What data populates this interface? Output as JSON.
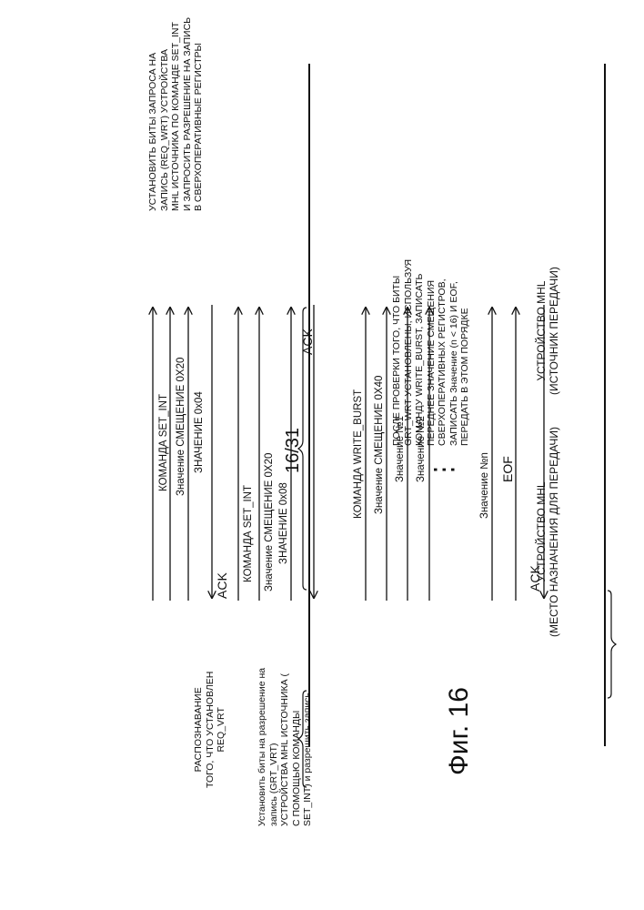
{
  "page_number": "16/31",
  "figure_caption": "Фиг. 16",
  "devices": {
    "destination": "УСТРОЙСТВО MHL\n(МЕСТО НАЗНАЧЕНИЯ ДЛЯ ПЕРЕДАЧИ)",
    "source": "УСТРОЙСТВО MHL\n(ИСТОЧНИК ПЕРЕДАЧИ)"
  },
  "messages": {
    "m1_cmd": "КОМАНДА SET_INT",
    "m1_offset": "Значение СМЕЩЕНИЕ 0X20",
    "m1_value": "ЗНАЧЕНИЕ 0x04",
    "m1_ack": "ACK",
    "m2_cmd": "КОМАНДА SET_INT",
    "m2_offset": "Значение СМЕЩЕНИЕ 0X20",
    "m2_value": "ЗНАЧЕНИЕ 0x08",
    "m2_ack": "ACK",
    "m3_cmd": "КОМАНДА WRITE_BURST",
    "m3_offset": "Значение СМЕЩЕНИЕ 0X40",
    "m3_v1": "Значение №1",
    "m3_v2": "Значение №2",
    "m3_dots": "⋮",
    "m3_vn": "Значение №n",
    "m3_eof": "EOF",
    "m3_ack": "ACK"
  },
  "notes": {
    "source_note_1": "УСТАНОВИТЬ БИТЫ ЗАПРОСА НА\nЗАПИСЬ (REQ_WRT) УСТРОЙСТВА\nMHL ИСТОЧНИКА ПО КОМАНДЕ SET_INT\nИ ЗАПРОСИТЬ РАЗРЕШЕНИЕ НА ЗАПИСЬ\nВ СВЕРХОПЕРАТИВНЫЕ РЕГИСТРЫ",
    "source_note_2": "ПОСЛЕ ПРОВЕРКИ ТОГО, ЧТО БИТЫ\nGRT_WRT УСТАНОВЛЕНЫ, ИСПОЛЬЗУЯ\nКОМАНДУ WRITE_BURST, ЗАПИСАТЬ\nПЕРЕДНЕЕ ЗНАЧЕНИЕ СМЕЩЕНИЯ\nСВЕРХОПЕРАТИВНЫХ РЕГИСТРОВ,\nЗАПИСАТЬ Значение (n < 16) И EOF,\nПЕРЕДАТЬ В ЭТОМ ПОРЯДКЕ",
    "dest_note_1": "РАСПОЗНАВАНИЕ\nТОГО, ЧТО УСТАНОВЛЕН\nREQ_VRT",
    "dest_note_2": "Установить биты на разрешение на\nзапись (GRT_VRT)\nУСТРОЙСТВА MHL ИСТОЧНИКА (\nС ПОМОЩЬЮ КОМАНДЫ\nSET_INT) и разрешить запись"
  }
}
